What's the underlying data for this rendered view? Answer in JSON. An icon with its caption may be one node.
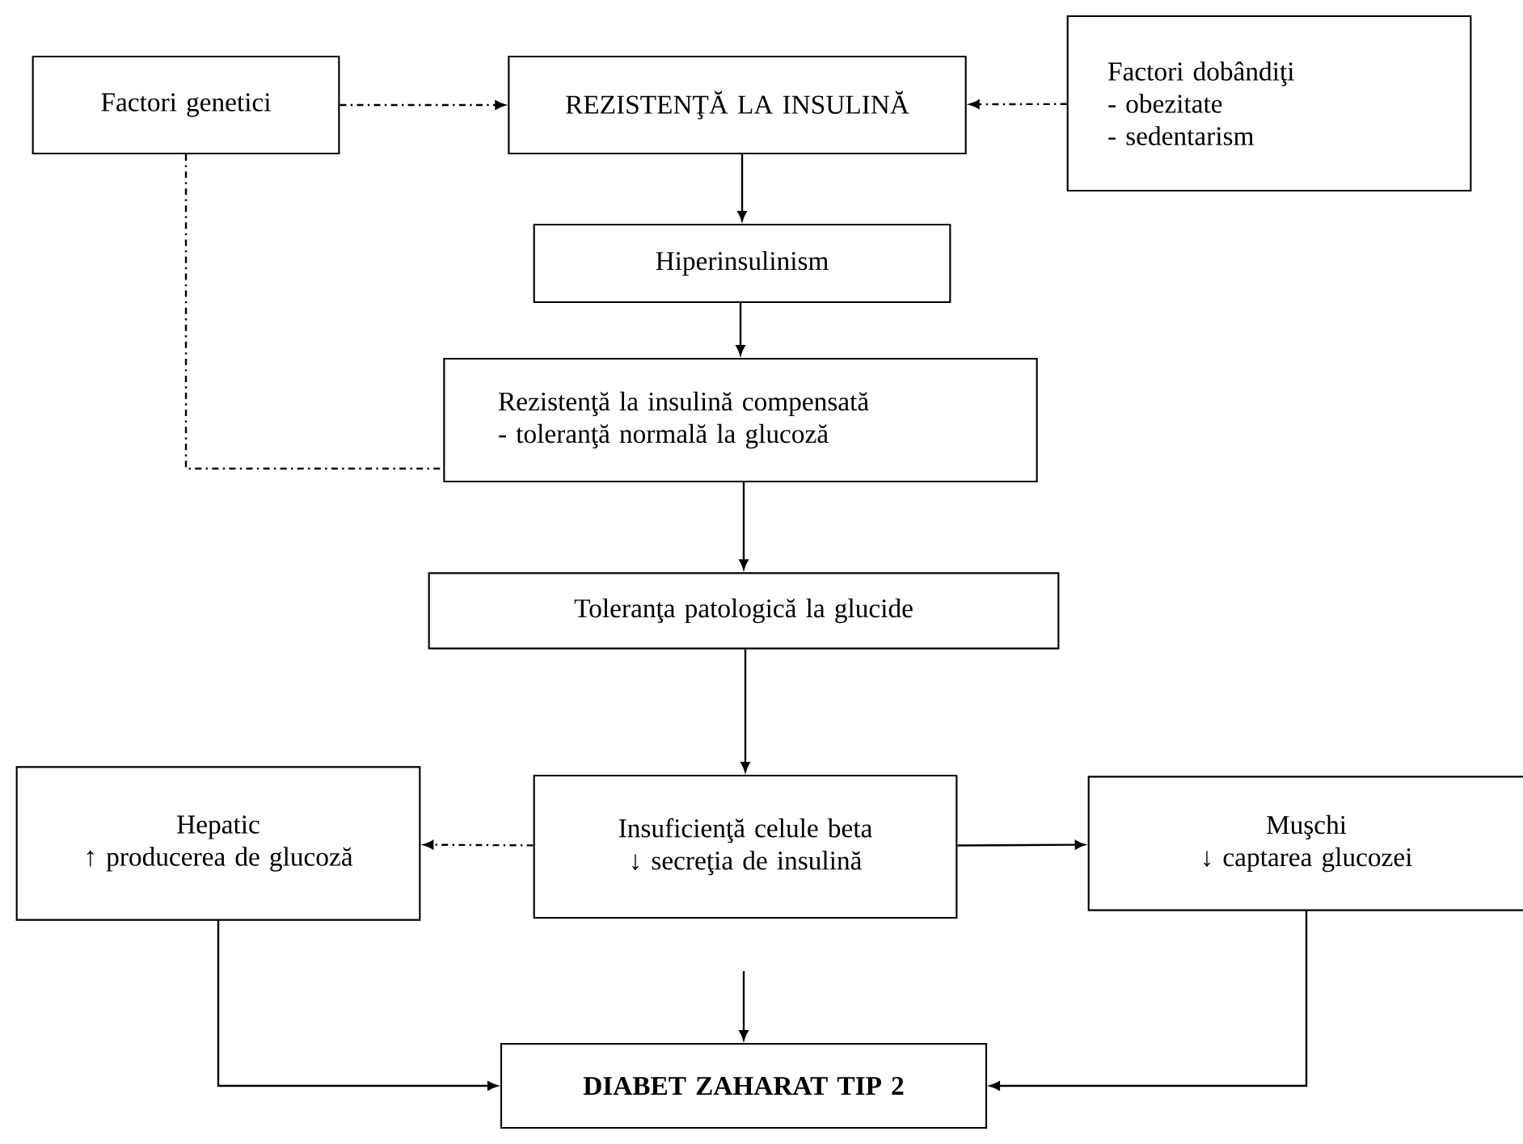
{
  "diagram": {
    "nodes": [
      {
        "text": [
          "Factori genetici"
        ]
      },
      {
        "text": [
          "REZISTENŢĂ LA INSULINĂ"
        ]
      },
      {
        "text": [
          "Factori dobândiţi",
          "- obezitate",
          "- sedentarism"
        ]
      },
      {
        "text": [
          "Hiperinsulinism"
        ]
      },
      {
        "text": [
          "Rezistenţă la insulină compensată",
          "- toleranţă normală la glucoză"
        ]
      },
      {
        "text": [
          "Toleranţa patologică la glucide"
        ]
      },
      {
        "text": [
          "Hepatic",
          "↑ producerea de glucoză"
        ]
      },
      {
        "text": [
          "Insuficienţă celule beta",
          "↓ secreţia de insulină"
        ]
      },
      {
        "text": [
          "Muşchi",
          "↓ captarea glucozei"
        ]
      },
      {
        "text": [
          "DIABET ZAHARAT TIP 2"
        ]
      }
    ],
    "edges": [
      {
        "from": 0,
        "to": 1,
        "arrow": "to",
        "style": "dashed"
      },
      {
        "from": 2,
        "to": 1,
        "arrow": "to",
        "style": "dashed"
      },
      {
        "from": 1,
        "to": 3,
        "arrow": "to"
      },
      {
        "from": 3,
        "to": 4,
        "arrow": "to"
      },
      {
        "from": 0,
        "to": 4,
        "arrow": "none",
        "style": "dashed"
      },
      {
        "from": 4,
        "to": 5,
        "arrow": "to"
      },
      {
        "from": 5,
        "to": 7,
        "arrow": "to"
      },
      {
        "from": 7,
        "to": 6,
        "arrow": "to",
        "style": "dashed"
      },
      {
        "from": 7,
        "to": 8,
        "arrow": "to"
      },
      {
        "from": null,
        "to": 9,
        "arrow": "to"
      },
      {
        "from": 6,
        "to": 9,
        "arrow": "to"
      },
      {
        "from": 8,
        "to": 9,
        "arrow": "to"
      }
    ]
  }
}
